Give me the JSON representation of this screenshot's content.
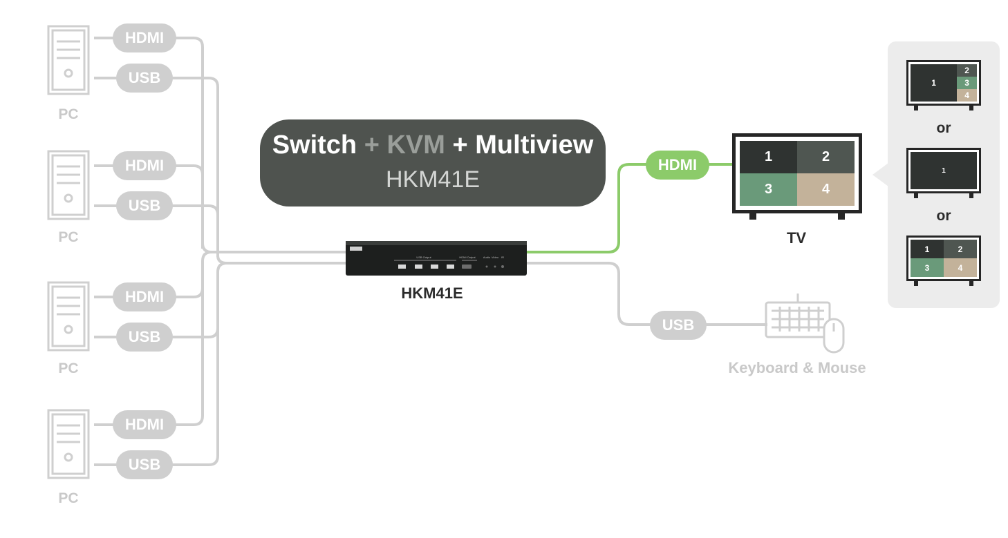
{
  "banner": {
    "word_switch": "Switch",
    "plus_1": "+",
    "word_kvm": "KVM",
    "plus_2": "+",
    "word_multiview": "Multiview",
    "model": "HKM41E"
  },
  "pcs": [
    {
      "label": "PC",
      "hdmi": "HDMI",
      "usb": "USB"
    },
    {
      "label": "PC",
      "hdmi": "HDMI",
      "usb": "USB"
    },
    {
      "label": "PC",
      "hdmi": "HDMI",
      "usb": "USB"
    },
    {
      "label": "PC",
      "hdmi": "HDMI",
      "usb": "USB"
    }
  ],
  "switch_device": {
    "label": "HKM41E",
    "front_text": [
      "USB Output",
      "HDMI Output",
      "Audio",
      "Video",
      "IR"
    ]
  },
  "output": {
    "hdmi": "HDMI",
    "tv_label": "TV",
    "tv_cells": [
      "1",
      "2",
      "3",
      "4"
    ]
  },
  "peripherals": {
    "usb": "USB",
    "label": "Keyboard & Mouse"
  },
  "layout_options": {
    "separator": "or",
    "option_1_cells": [
      "1",
      "2",
      "3",
      "4"
    ],
    "option_2_cells": [
      "1"
    ],
    "option_3_cells": [
      "1",
      "2",
      "3",
      "4"
    ]
  },
  "colors": {
    "cable_gray": "#cfcfcf",
    "cable_green": "#8ccb6a",
    "banner_bg": "#4f534f",
    "quad_dark": "#2f3331",
    "quad_gray": "#4f5651",
    "quad_green": "#6a9a7a",
    "quad_beige": "#c3b29a"
  }
}
